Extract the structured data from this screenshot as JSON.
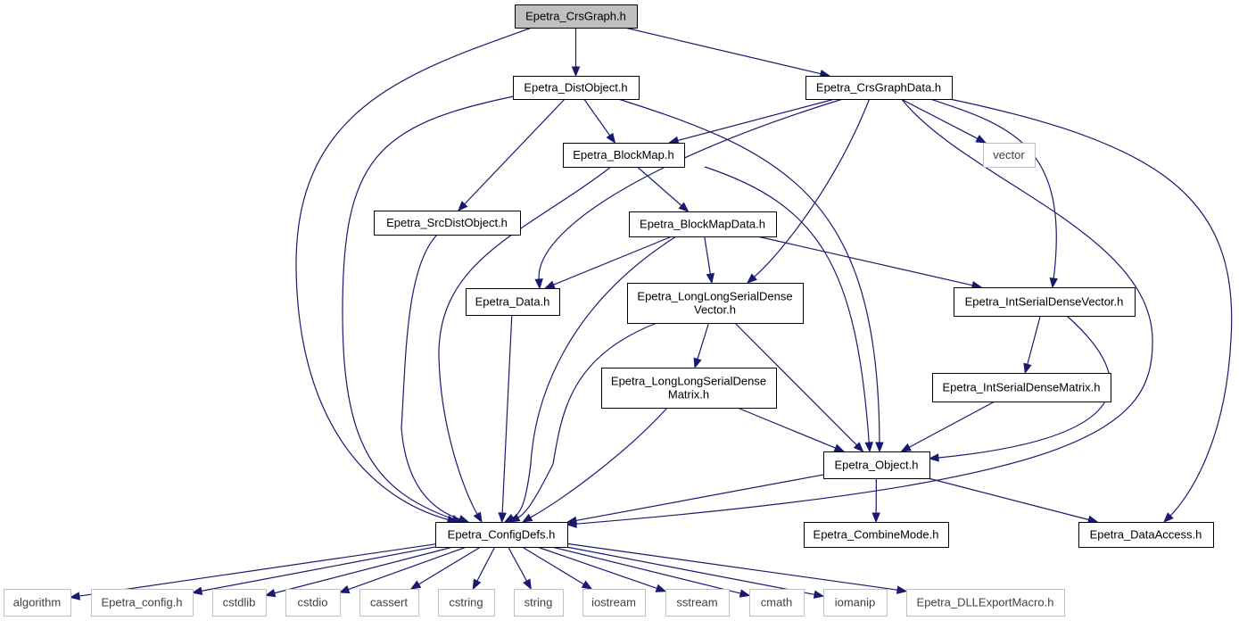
{
  "graph": {
    "colors": {
      "edge": "#191970",
      "root_fill": "#bfbfbf",
      "node_border": "#000000",
      "system_border": "#bfbfbf",
      "background": "#ffffff"
    },
    "nodes": [
      {
        "id": "crsgraph",
        "lines": [
          "Epetra_CrsGraph.h"
        ],
        "kind": "root"
      },
      {
        "id": "distobject",
        "lines": [
          "Epetra_DistObject.h"
        ],
        "kind": "local"
      },
      {
        "id": "crsgraphdata",
        "lines": [
          "Epetra_CrsGraphData.h"
        ],
        "kind": "local"
      },
      {
        "id": "blockmap",
        "lines": [
          "Epetra_BlockMap.h"
        ],
        "kind": "local"
      },
      {
        "id": "vector",
        "lines": [
          "vector"
        ],
        "kind": "system"
      },
      {
        "id": "srcdistobject",
        "lines": [
          "Epetra_SrcDistObject.h"
        ],
        "kind": "local"
      },
      {
        "id": "blockmapdata",
        "lines": [
          "Epetra_BlockMapData.h"
        ],
        "kind": "local"
      },
      {
        "id": "data",
        "lines": [
          "Epetra_Data.h"
        ],
        "kind": "local"
      },
      {
        "id": "llsdv",
        "lines": [
          "Epetra_LongLongSerialDense",
          "Vector.h"
        ],
        "kind": "local"
      },
      {
        "id": "isdv",
        "lines": [
          "Epetra_IntSerialDenseVector.h"
        ],
        "kind": "local"
      },
      {
        "id": "llsdm",
        "lines": [
          "Epetra_LongLongSerialDense",
          "Matrix.h"
        ],
        "kind": "local"
      },
      {
        "id": "isdm",
        "lines": [
          "Epetra_IntSerialDenseMatrix.h"
        ],
        "kind": "local"
      },
      {
        "id": "object",
        "lines": [
          "Epetra_Object.h"
        ],
        "kind": "local"
      },
      {
        "id": "configdefs",
        "lines": [
          "Epetra_ConfigDefs.h"
        ],
        "kind": "local"
      },
      {
        "id": "combinemode",
        "lines": [
          "Epetra_CombineMode.h"
        ],
        "kind": "local"
      },
      {
        "id": "dataaccess",
        "lines": [
          "Epetra_DataAccess.h"
        ],
        "kind": "local"
      },
      {
        "id": "algorithm",
        "lines": [
          "algorithm"
        ],
        "kind": "system"
      },
      {
        "id": "config",
        "lines": [
          "Epetra_config.h"
        ],
        "kind": "system"
      },
      {
        "id": "cstdlib",
        "lines": [
          "cstdlib"
        ],
        "kind": "system"
      },
      {
        "id": "cstdio",
        "lines": [
          "cstdio"
        ],
        "kind": "system"
      },
      {
        "id": "cassert",
        "lines": [
          "cassert"
        ],
        "kind": "system"
      },
      {
        "id": "cstring",
        "lines": [
          "cstring"
        ],
        "kind": "system"
      },
      {
        "id": "string",
        "lines": [
          "string"
        ],
        "kind": "system"
      },
      {
        "id": "iostream",
        "lines": [
          "iostream"
        ],
        "kind": "system"
      },
      {
        "id": "sstream",
        "lines": [
          "sstream"
        ],
        "kind": "system"
      },
      {
        "id": "cmath",
        "lines": [
          "cmath"
        ],
        "kind": "system"
      },
      {
        "id": "iomanip",
        "lines": [
          "iomanip"
        ],
        "kind": "system"
      },
      {
        "id": "dllexport",
        "lines": [
          "Epetra_DLLExportMacro.h"
        ],
        "kind": "system"
      }
    ],
    "edges": [
      [
        "crsgraph",
        "distobject"
      ],
      [
        "crsgraph",
        "crsgraphdata"
      ],
      [
        "crsgraph",
        "configdefs"
      ],
      [
        "distobject",
        "blockmap"
      ],
      [
        "distobject",
        "srcdistobject"
      ],
      [
        "distobject",
        "configdefs"
      ],
      [
        "distobject",
        "object"
      ],
      [
        "crsgraphdata",
        "blockmap"
      ],
      [
        "crsgraphdata",
        "vector"
      ],
      [
        "crsgraphdata",
        "data"
      ],
      [
        "crsgraphdata",
        "llsdv"
      ],
      [
        "crsgraphdata",
        "isdv"
      ],
      [
        "crsgraphdata",
        "configdefs"
      ],
      [
        "crsgraphdata",
        "dataaccess"
      ],
      [
        "blockmap",
        "blockmapdata"
      ],
      [
        "blockmap",
        "object"
      ],
      [
        "blockmap",
        "configdefs"
      ],
      [
        "srcdistobject",
        "configdefs"
      ],
      [
        "blockmapdata",
        "data"
      ],
      [
        "blockmapdata",
        "llsdv"
      ],
      [
        "blockmapdata",
        "isdv"
      ],
      [
        "blockmapdata",
        "configdefs"
      ],
      [
        "data",
        "configdefs"
      ],
      [
        "llsdv",
        "llsdm"
      ],
      [
        "llsdv",
        "object"
      ],
      [
        "llsdv",
        "configdefs"
      ],
      [
        "isdv",
        "isdm"
      ],
      [
        "isdv",
        "object"
      ],
      [
        "llsdm",
        "object"
      ],
      [
        "llsdm",
        "configdefs"
      ],
      [
        "isdm",
        "object"
      ],
      [
        "object",
        "configdefs"
      ],
      [
        "object",
        "combinemode"
      ],
      [
        "object",
        "dataaccess"
      ],
      [
        "configdefs",
        "algorithm"
      ],
      [
        "configdefs",
        "config"
      ],
      [
        "configdefs",
        "cstdlib"
      ],
      [
        "configdefs",
        "cstdio"
      ],
      [
        "configdefs",
        "cassert"
      ],
      [
        "configdefs",
        "cstring"
      ],
      [
        "configdefs",
        "string"
      ],
      [
        "configdefs",
        "iostream"
      ],
      [
        "configdefs",
        "sstream"
      ],
      [
        "configdefs",
        "cmath"
      ],
      [
        "configdefs",
        "iomanip"
      ],
      [
        "configdefs",
        "dllexport"
      ]
    ]
  }
}
